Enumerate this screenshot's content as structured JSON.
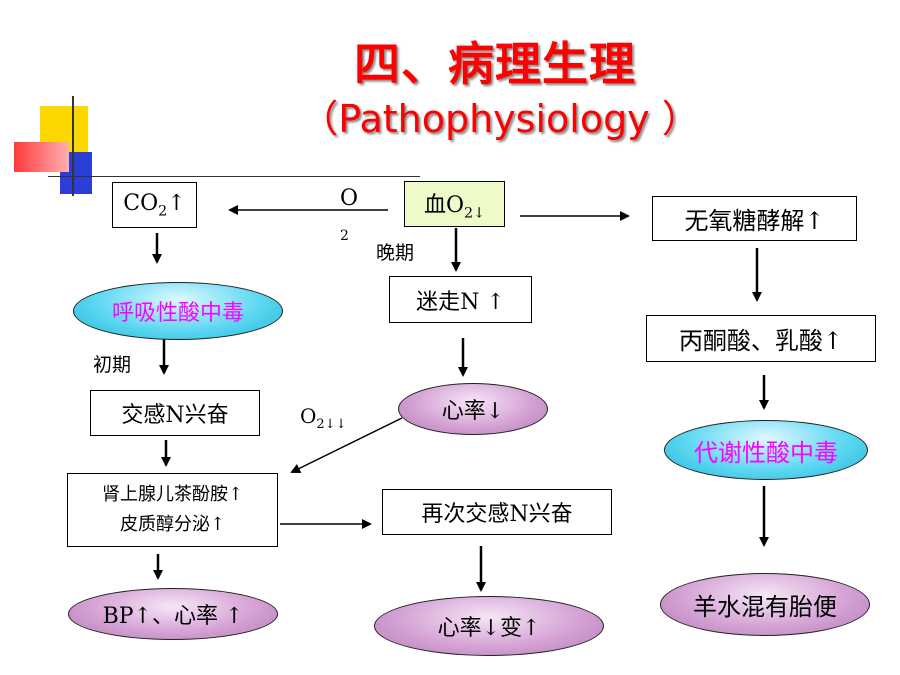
{
  "title": "四、病理生理",
  "subtitle": "（Pathophysiology ）",
  "nodes": {
    "co2": "CO2↑",
    "blood_o2": "血O2↓",
    "anaerobic": "无氧糖酵解↑",
    "resp_acidosis": "呼吸性酸中毒",
    "vagus": "迷走N ↑",
    "pyruvate": "丙酮酸、乳酸↑",
    "sympathetic": "交感N兴奋",
    "heart_rate_down": "心率↓",
    "metab_acidosis": "代谢性酸中毒",
    "catecholamine_line1": "肾上腺儿茶酚胺↑",
    "catecholamine_line2": "皮质醇分泌↑",
    "sympathetic_again": "再次交感N兴奋",
    "bp": "BP↑、心率 ↑",
    "heart_rate_change": "心率↓变↑",
    "meconium": "羊水混有胎便"
  },
  "labels": {
    "o2_top": "O",
    "o2_sub": "2",
    "late": "晚期",
    "early": "初期",
    "o2_down": "O2↓↓"
  },
  "colors": {
    "title": "#ff0000",
    "resp_ellipse": "#5fd8f2",
    "purple_ellipse": "#d5a3d5",
    "blood_box": "#eefbc8"
  }
}
